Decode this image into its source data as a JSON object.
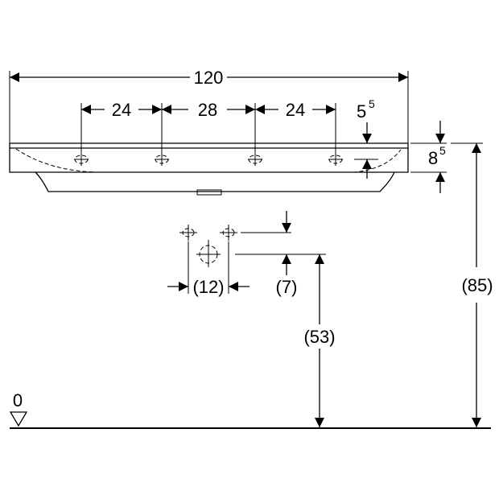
{
  "dimensions": {
    "overall_width": "120",
    "spacing_left": "24",
    "spacing_middle": "28",
    "spacing_right": "24",
    "rim_offset_main": "5",
    "rim_offset_sup": "5",
    "rim_height_main": "8",
    "rim_height_sup": "5",
    "tap_spacing": "(12)",
    "tap_offset": "(7)",
    "drain_height": "(53)",
    "total_height": "(85)",
    "floor_level": "0"
  }
}
